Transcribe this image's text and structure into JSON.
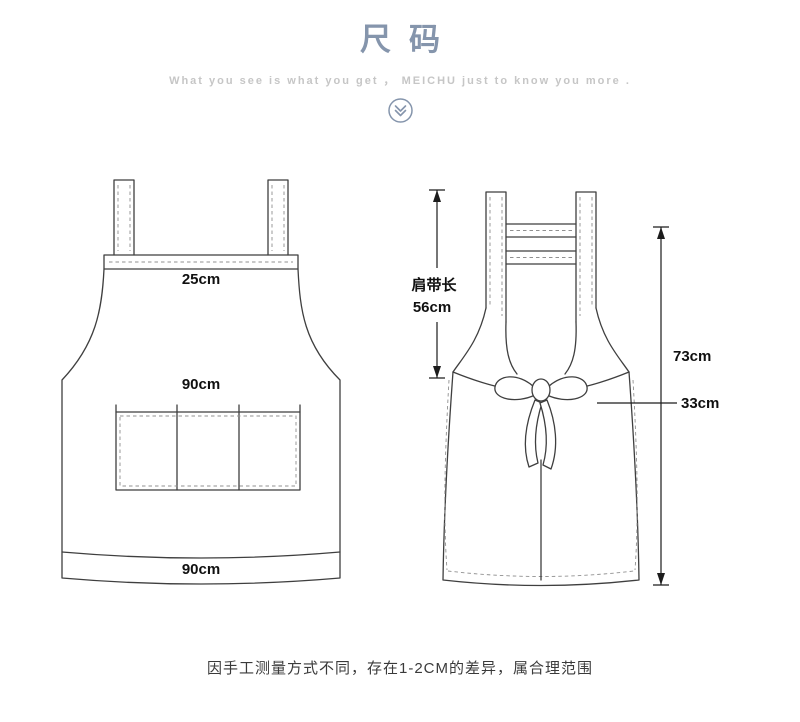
{
  "header": {
    "title": "尺码",
    "subtitle": "What you see is what you get ， MEICHU just to know you more .",
    "accent_color": "#8595ac"
  },
  "icons": {
    "scroll_down": "double-chevron-down-circle"
  },
  "front_view": {
    "top_width": "25cm",
    "chest_width": "90cm",
    "bottom_width": "90cm"
  },
  "back_view": {
    "shoulder_strap_label": "肩带长",
    "shoulder_strap_length": "56cm",
    "side_length": "73cm",
    "tie_drop": "33cm"
  },
  "footer": {
    "note": "因手工测量方式不同，存在1-2CM的差异，属合理范围"
  }
}
